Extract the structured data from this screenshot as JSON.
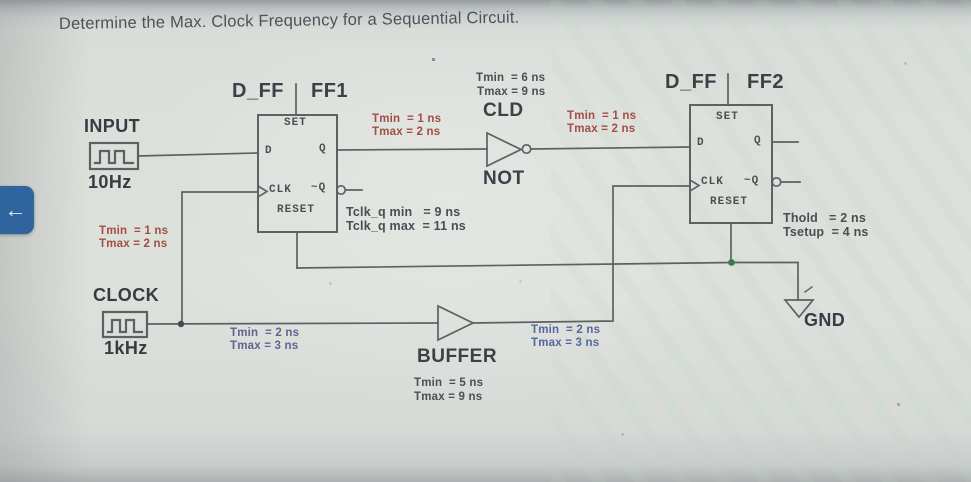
{
  "colors": {
    "timing_red": "#a24d47",
    "timing_blue": "#5566a0",
    "timing_slate": "#5e6590",
    "wire": "#5d6164",
    "back_button": "#2f649e"
  },
  "title": "Determine the Max. Clock Frequency for a Sequential Circuit.",
  "back": {
    "arrow": "←"
  },
  "input": {
    "label": "INPUT",
    "freq": "10Hz",
    "tmin": "Tmin  = 1 ns",
    "tmax": "Tmax = 2 ns"
  },
  "clock": {
    "label": "CLOCK",
    "freq": "1kHz",
    "tmin": "Tmin  = 2 ns",
    "tmax": "Tmax = 3 ns"
  },
  "ff1": {
    "type": "D_FF",
    "name": "FF1",
    "set": "SET",
    "d": "D",
    "q": "Q",
    "clk": "CLK",
    "qbar": "~Q",
    "reset": "RESET",
    "tclkq_min": "Tclk_q min   = 9 ns",
    "tclkq_max": "Tclk_q max  = 11 ns"
  },
  "ff2": {
    "type": "D_FF",
    "name": "FF2",
    "set": "SET",
    "d": "D",
    "q": "Q",
    "clk": "CLK",
    "qbar": "~Q",
    "reset": "RESET",
    "thold": "Thold   = 2 ns",
    "tsetup": "Tsetup  = 4 ns"
  },
  "net_ff1_q": {
    "tmin": "Tmin  = 1 ns",
    "tmax": "Tmax = 2 ns"
  },
  "cld": {
    "label": "CLD",
    "tmin": "Tmin  = 6 ns",
    "tmax": "Tmax = 9 ns"
  },
  "not_gate": {
    "label": "NOT"
  },
  "net_not_out": {
    "tmin": "Tmin  = 1 ns",
    "tmax": "Tmax = 2 ns"
  },
  "buffer": {
    "label": "BUFFER",
    "tmin": "Tmin  = 5 ns",
    "tmax": "Tmax = 9 ns"
  },
  "net_buffer_out": {
    "tmin": "Tmin  = 2 ns",
    "tmax": "Tmax = 3 ns"
  },
  "ground": {
    "label": "GND"
  }
}
